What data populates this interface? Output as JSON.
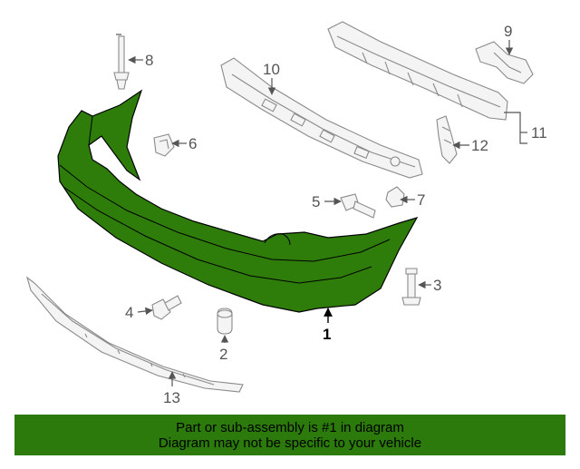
{
  "diagram": {
    "highlight_color": "#2e7d0a",
    "callouts": {
      "c1": "1",
      "c2": "2",
      "c3": "3",
      "c4": "4",
      "c5": "5",
      "c6": "6",
      "c7": "7",
      "c8": "8",
      "c9": "9",
      "c10": "10",
      "c11": "11",
      "c12": "12",
      "c13": "13"
    }
  },
  "banner": {
    "line1": "Part or sub-assembly is #1 in diagram",
    "line2": "Diagram may not be specific to your vehicle",
    "color": "#2b7a0b"
  }
}
